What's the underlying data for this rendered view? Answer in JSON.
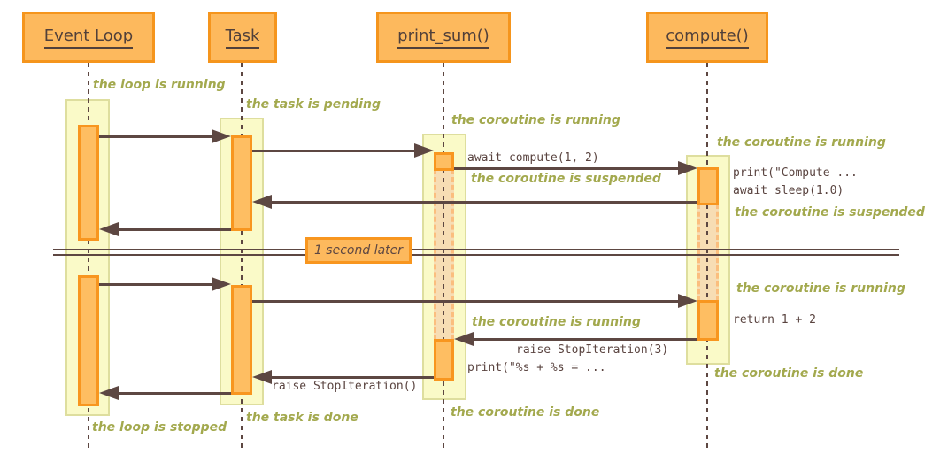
{
  "participants": [
    {
      "label": "Event Loop"
    },
    {
      "label": "Task"
    },
    {
      "label": "print_sum()"
    },
    {
      "label": "compute()"
    }
  ],
  "divider": {
    "label": "1 second later"
  },
  "notes": [
    "the loop is running",
    "the task is pending",
    "the coroutine is running",
    "the coroutine is running",
    "the coroutine is suspended",
    "the coroutine is suspended",
    "the coroutine is running",
    "the coroutine is running",
    "the coroutine is done",
    "the coroutine is done",
    "the task is done",
    "the loop is stopped"
  ],
  "messages": [
    "await compute(1, 2)",
    "print(\"Compute ...",
    "await sleep(1.0)",
    "return 1 + 2",
    "raise StopIteration(3)",
    "print(\"%s + %s = ...",
    "raise StopIteration()"
  ],
  "colors": {
    "participant_fill": "#FDB95D",
    "participant_border": "#F5951D",
    "activation_fill": "#FEBE62",
    "activation_border": "#F8961F",
    "suspended_fill": "#F7DDB4",
    "suspended_border": "#FBBE7E",
    "band_fill": "#FAFAC8",
    "band_border": "#DEDE9E",
    "note_text": "#A3A94E",
    "arrow_dark": "#5D4742",
    "code_text": "#5A4440"
  }
}
